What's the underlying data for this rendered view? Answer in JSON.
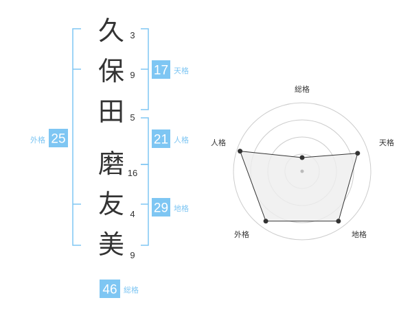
{
  "name_chars": [
    {
      "char": "久",
      "strokes": "3"
    },
    {
      "char": "保",
      "strokes": "9"
    },
    {
      "char": "田",
      "strokes": "5"
    },
    {
      "char": "磨",
      "strokes": "16"
    },
    {
      "char": "友",
      "strokes": "4"
    },
    {
      "char": "美",
      "strokes": "9"
    }
  ],
  "kakusu": {
    "tenkaku": {
      "value": "17",
      "label": "天格"
    },
    "jinkaku": {
      "value": "21",
      "label": "人格"
    },
    "chikaku": {
      "value": "29",
      "label": "地格"
    },
    "gaikaku": {
      "value": "25",
      "label": "外格"
    },
    "soukaku": {
      "value": "46",
      "label": "総格"
    }
  },
  "colors": {
    "accent": "#7ec6f3",
    "text": "#333333",
    "radar_fill": "#eeeeee",
    "radar_grid": "#cccccc"
  },
  "chart_data": {
    "type": "radar",
    "axes": [
      "総格",
      "天格",
      "地格",
      "外格",
      "人格"
    ],
    "values": [
      0.2,
      0.85,
      0.9,
      0.9,
      0.95
    ],
    "range": [
      0,
      1
    ],
    "rings": 4
  }
}
